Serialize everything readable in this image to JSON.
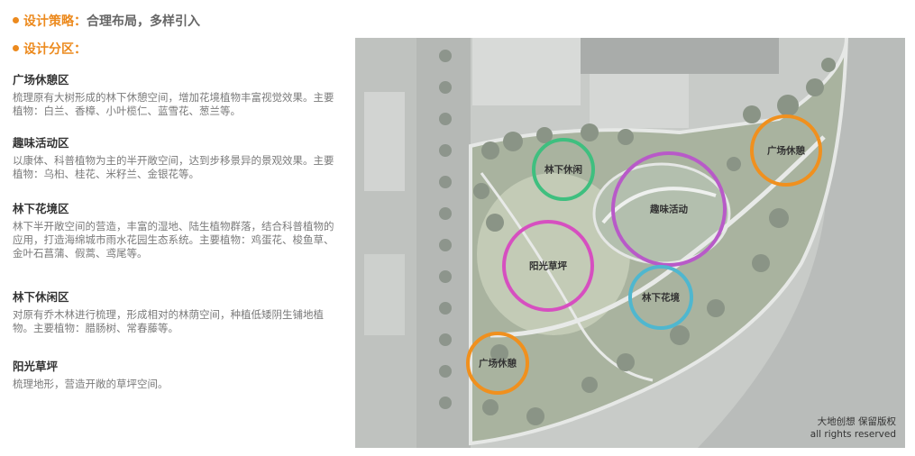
{
  "strategy": {
    "label": "设计策略：",
    "text": "合理布局，多样引入"
  },
  "zoning": {
    "label": "设计分区："
  },
  "zones": [
    {
      "title": "广场休憩区",
      "desc": "梳理原有大树形成的林下休憩空间，增加花境植物丰富视觉效果。主要植物：白兰、香樟、小叶榄仁、蓝雪花、葱兰等。"
    },
    {
      "title": "趣味活动区",
      "desc": "以康体、科普植物为主的半开敞空间，达到步移景异的景观效果。主要植物：乌桕、桂花、米籽兰、金银花等。"
    },
    {
      "title": "林下花境区",
      "desc": "林下半开敞空间的营造，丰富的湿地、陆生植物群落，结合科普植物的应用，打造海绵城市雨水花园生态系统。主要植物：鸡蛋花、梭鱼草、金叶石菖蒲、假蒿、鸢尾等。"
    },
    {
      "title": "林下休闲区",
      "desc": "对原有乔木林进行梳理，形成相对的林荫空间，种植低矮阴生铺地植物。主要植物：腊肠树、常春藤等。"
    },
    {
      "title": "阳光草坪",
      "desc": "梳理地形，营造开敞的草坪空间。"
    }
  ],
  "map_labels": {
    "plaza_top": "广场休憩",
    "forest_leisure": "林下休闲",
    "fun_activity": "趣味活动",
    "sunny_lawn": "阳光草坪",
    "forest_flower": "林下花境",
    "plaza_bottom": "广场休憩"
  },
  "credit": {
    "line1": "大地创想  保留版权",
    "line2": "all rights reserved"
  },
  "colors": {
    "orange": "#f0901e",
    "green": "#3fbf7f",
    "purple": "#b85ac8",
    "magenta": "#d64fc0",
    "cyan": "#4fb7cf"
  }
}
